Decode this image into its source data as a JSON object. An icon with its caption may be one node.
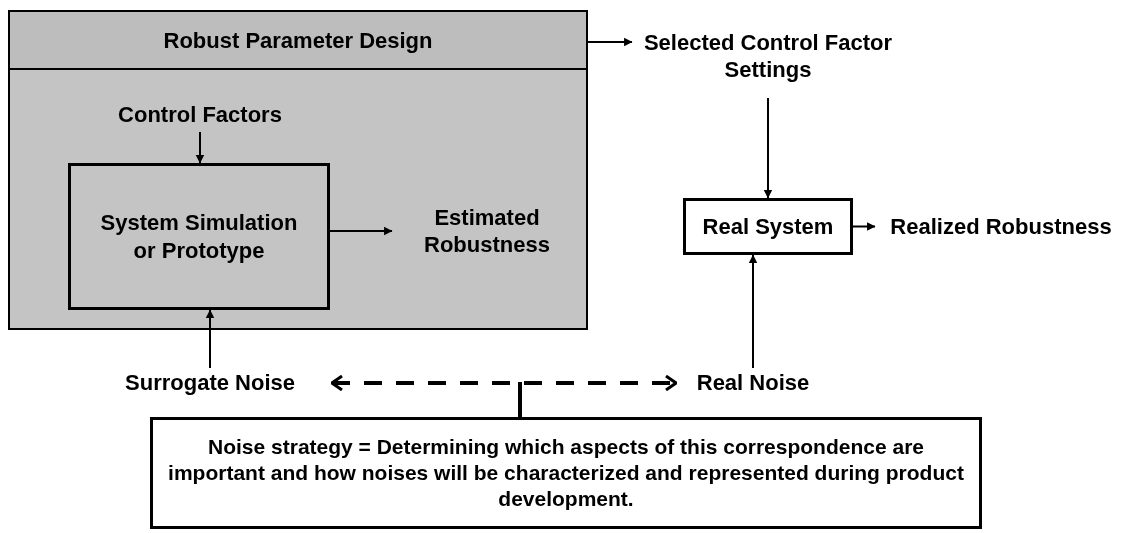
{
  "diagram": {
    "nodes": [
      {
        "text": [
          "Robust Parameter Design"
        ]
      },
      {
        "text": [
          "Control Factors"
        ],
        "in": 0
      },
      {
        "text": [
          "System Simulation or Prototype"
        ],
        "in": 0
      },
      {
        "text": [
          "Estimated Robustness"
        ],
        "in": 0
      },
      {
        "text": [
          "Selected Control Factor Settings"
        ]
      },
      {
        "text": [
          "Real System"
        ]
      },
      {
        "text": [
          "Realized Robustness"
        ]
      },
      {
        "text": [
          "Surrogate Noise"
        ]
      },
      {
        "text": [
          "Real Noise"
        ]
      },
      {
        "text": [
          "Noise strategy = Determining which aspects of this correspondence are important and how noises will be characterized and represented during product development."
        ]
      }
    ],
    "edges": [
      {
        "from": 0,
        "to": 4,
        "arrow": "to"
      },
      {
        "from": 1,
        "to": 2,
        "arrow": "to"
      },
      {
        "from": 2,
        "to": 3,
        "arrow": "to"
      },
      {
        "from": 4,
        "to": 5,
        "arrow": "to"
      },
      {
        "from": 5,
        "to": 6,
        "arrow": "to"
      },
      {
        "from": 7,
        "to": 2,
        "arrow": "to"
      },
      {
        "from": 8,
        "to": 5,
        "arrow": "to"
      },
      {
        "from": 7,
        "to": 8,
        "arrow": "both",
        "style": "dashed"
      },
      {
        "from": 9,
        "to": null,
        "arrow": "none",
        "style": "thick"
      }
    ]
  }
}
